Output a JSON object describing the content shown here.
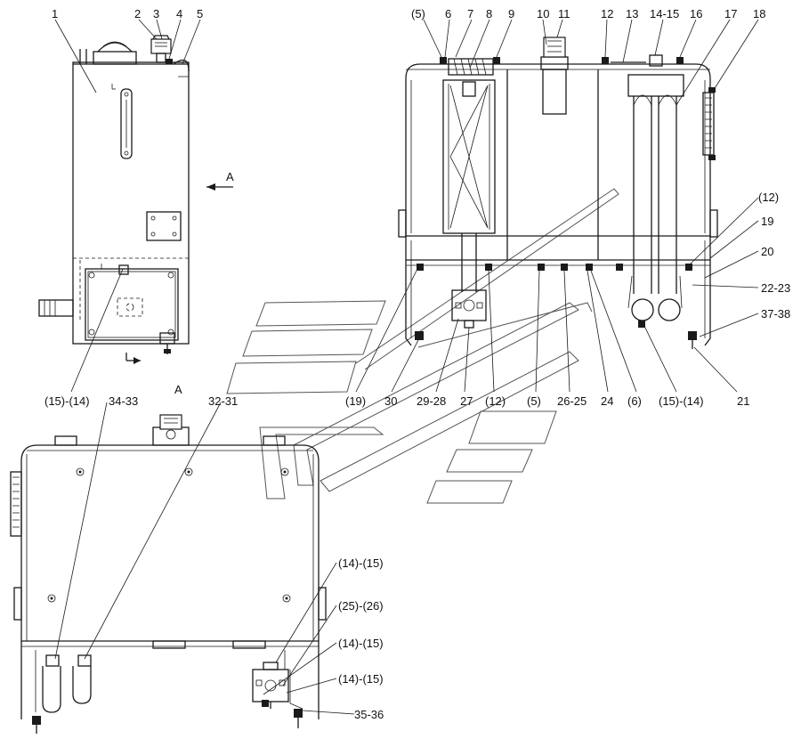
{
  "labels": {
    "l1": "1",
    "l2": "2",
    "l3": "3",
    "l4": "4",
    "l5": "5",
    "p5a": "(5)",
    "l6": "6",
    "l7": "7",
    "l8": "8",
    "l9": "9",
    "l10": "10",
    "l11": "11",
    "l12": "12",
    "l13": "13",
    "l1415": "14-15",
    "l16": "16",
    "l17": "17",
    "l18": "18",
    "p12a": "(12)",
    "l19": "19",
    "l20": "20",
    "l2223": "22-23",
    "l3738": "37-38",
    "l21": "21",
    "p1514a": "(15)-(14)",
    "p19": "(19)",
    "l30": "30",
    "l2928": "29-28",
    "l27": "27",
    "p12b": "(12)",
    "p5b": "(5)",
    "l2625": "26-25",
    "l24": "24",
    "p6": "(6)",
    "p1514b": "(15)-(14)",
    "viewA_top": "A",
    "viewA_title": "A",
    "l3433": "34-33",
    "l3231": "32-31",
    "p1415a": "(14)-(15)",
    "p2526": "(25)-(26)",
    "p1415b": "(14)-(15)",
    "p1415c": "(14)-(15)",
    "l3536": "35-36"
  }
}
